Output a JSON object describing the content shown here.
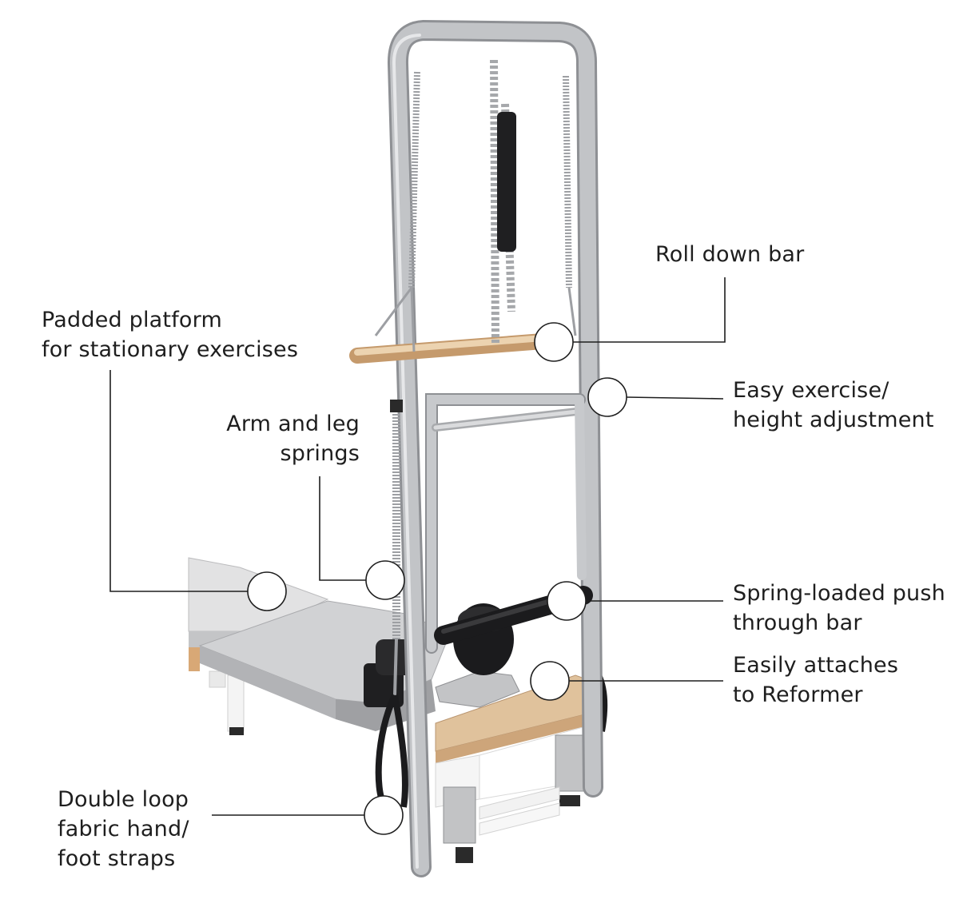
{
  "colors": {
    "frame": "#b9bbbe",
    "frame_shadow": "#8e9094",
    "pad": "#c9cacc",
    "wood": "#dcbd98",
    "black": "#1d1d1f",
    "leader": "#1e1e1e"
  },
  "callouts": [
    {
      "id": "roll-down-bar",
      "lines": [
        "Roll down bar"
      ]
    },
    {
      "id": "padded-platform",
      "lines": [
        "Padded platform",
        "for stationary exercises"
      ]
    },
    {
      "id": "easy-adjustment",
      "lines": [
        "Easy exercise/",
        "height adjustment"
      ]
    },
    {
      "id": "arm-leg-springs",
      "lines": [
        "Arm and leg",
        "springs"
      ]
    },
    {
      "id": "push-through-bar",
      "lines": [
        "Spring-loaded push",
        "through bar"
      ]
    },
    {
      "id": "attaches-reformer",
      "lines": [
        "Easily attaches",
        "to Reformer"
      ]
    },
    {
      "id": "hand-foot-straps",
      "lines": [
        "Double loop",
        "fabric hand/",
        "foot straps"
      ]
    }
  ]
}
